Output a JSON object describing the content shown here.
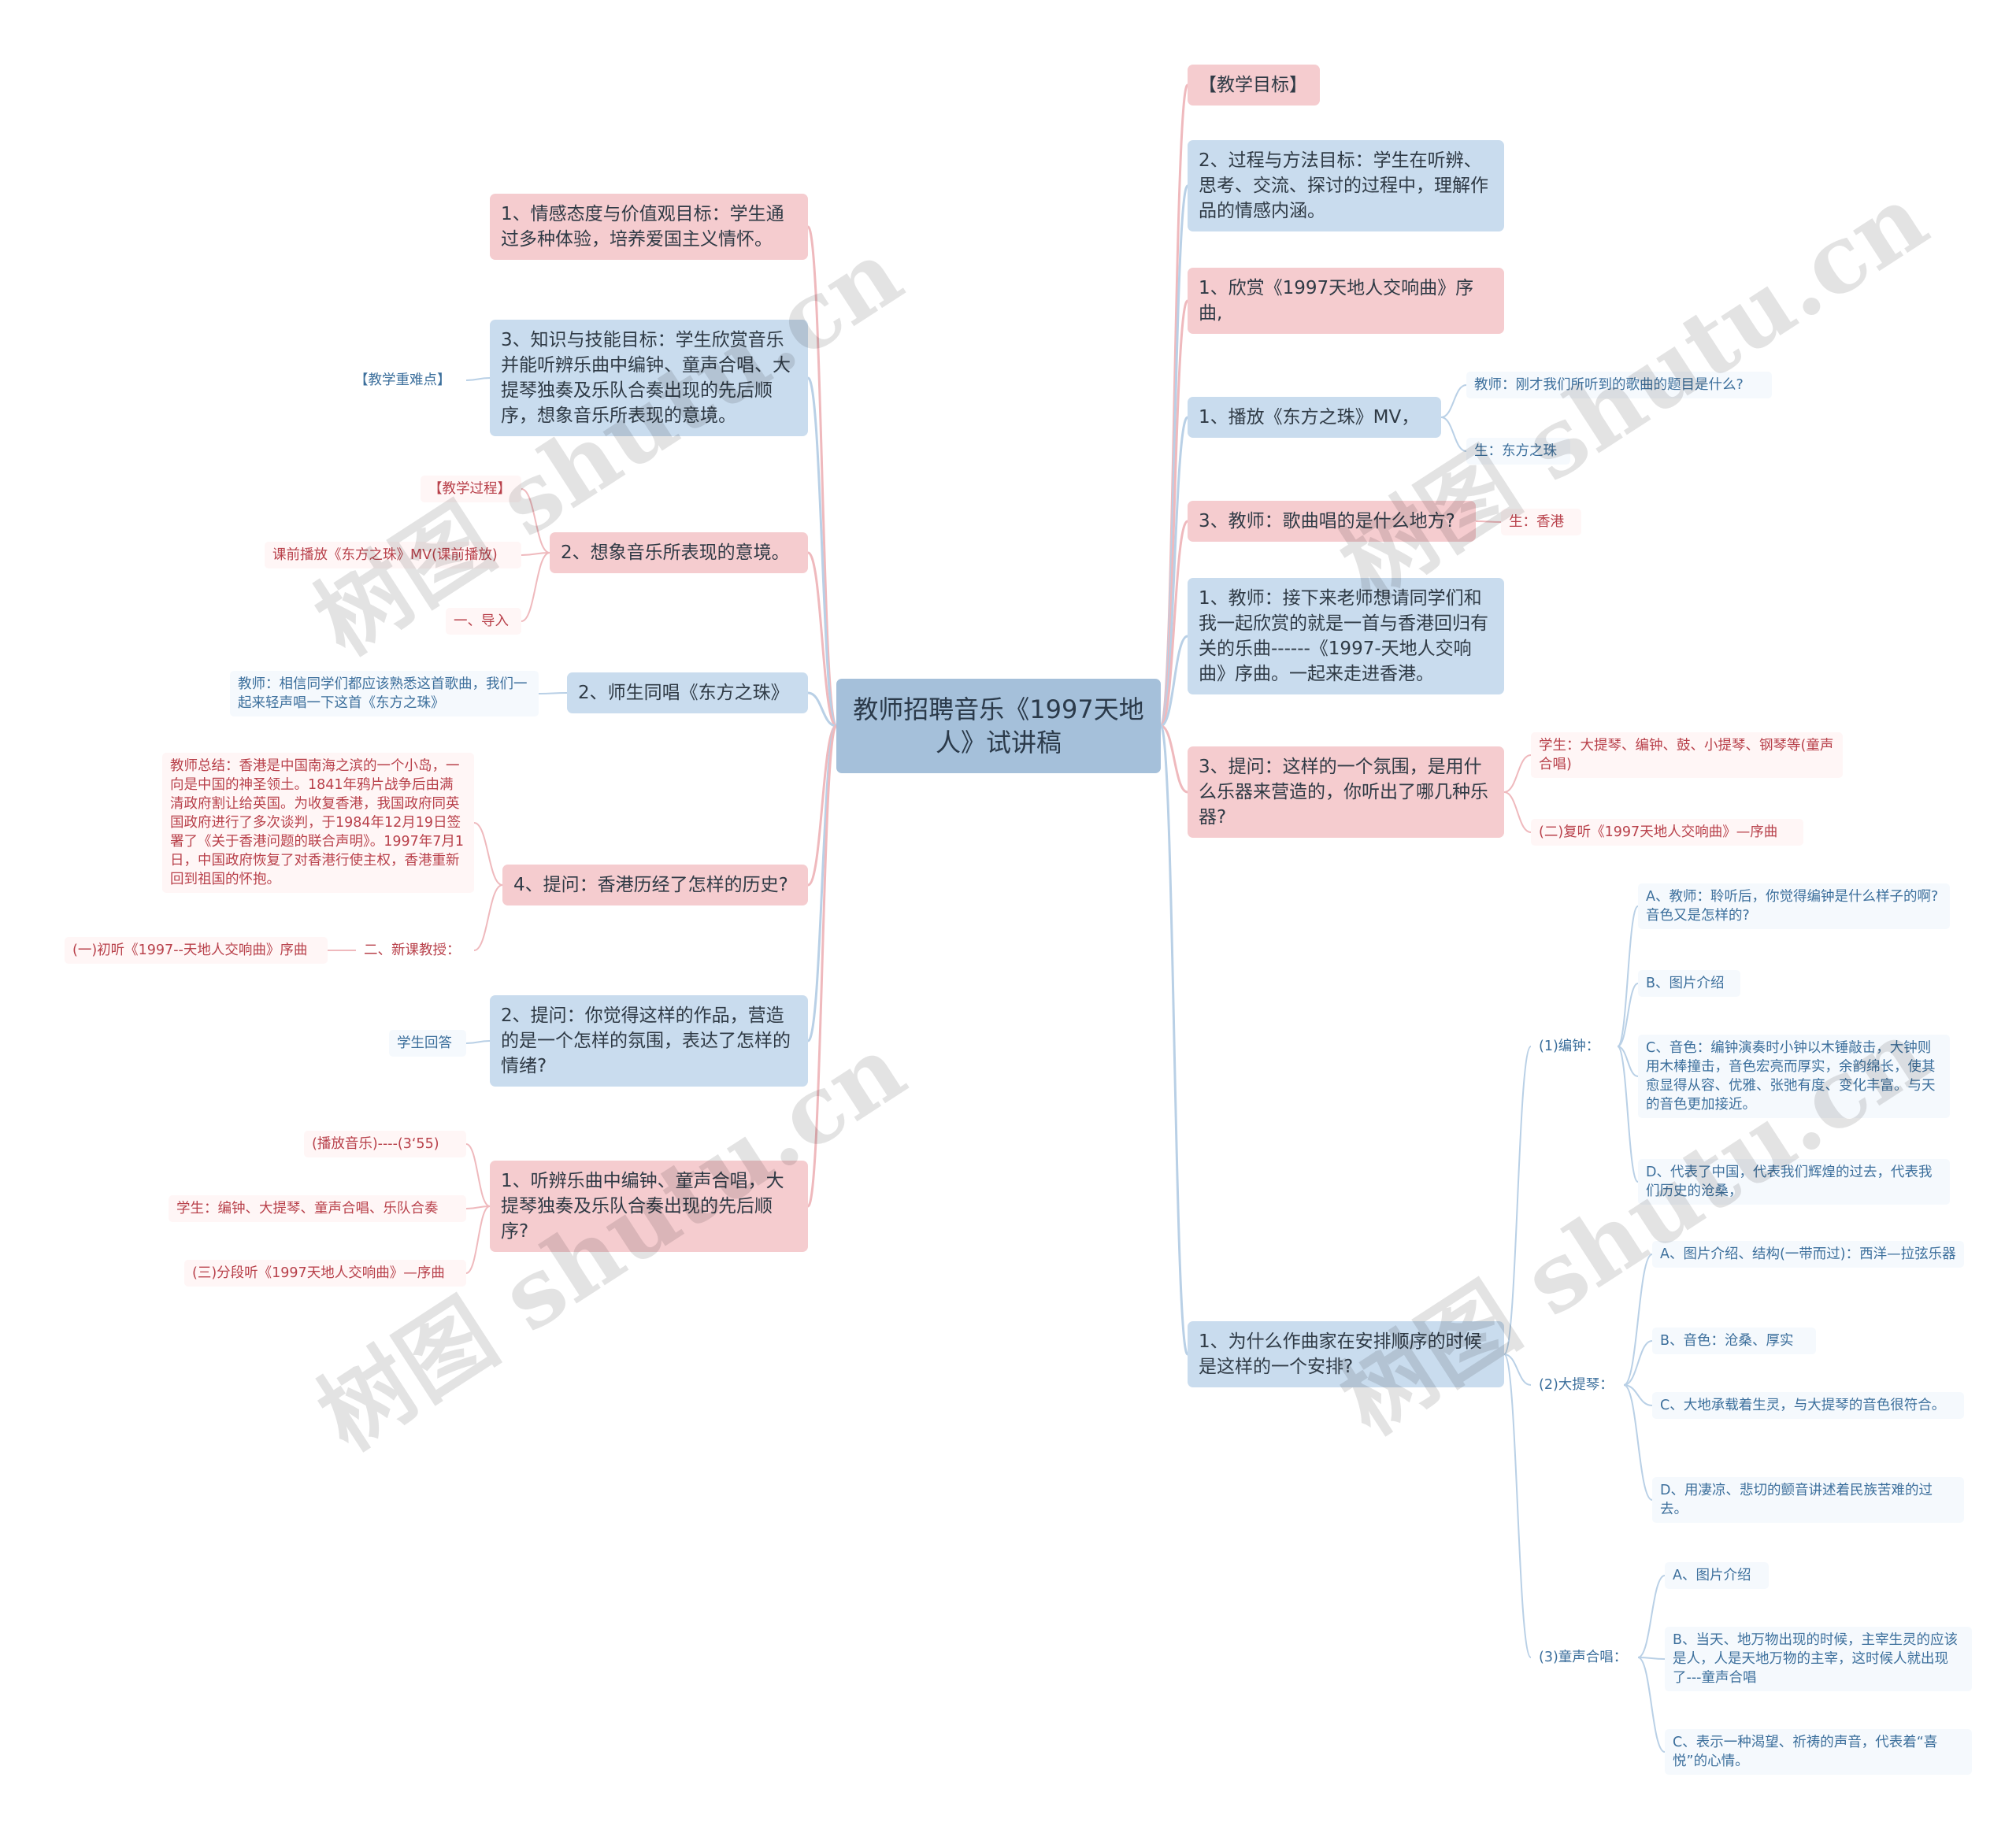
{
  "root": {
    "title": "教师招聘音乐《1997天地人》试讲稿"
  },
  "watermark": "树图 shutu.cn",
  "colors": {
    "pink_node": "#f5cccf",
    "blue_node": "#c9dcee",
    "root_node": "#a5c0da",
    "red_text": "#b8404a",
    "navy_text": "#3c6f9c",
    "pink_line": "#efb9bd",
    "blue_line": "#b9d0e6"
  },
  "left": {
    "l1": {
      "text": "1、情感态度与价值观目标：学生通过多种体验，培养爱国主义情怀。"
    },
    "l2": {
      "text": "3、知识与技能目标：学生欣赏音乐并能听辨乐曲中编钟、童声合唱、大提琴独奏及乐队合奏出现的先后顺序，想象音乐所表现的意境。",
      "leaf": "【教学重难点】"
    },
    "l3": {
      "text": "2、想象音乐所表现的意境。",
      "leaves": [
        "【教学过程】",
        "课前播放《东方之珠》MV(课前播放)",
        "一、导入"
      ]
    },
    "l4": {
      "text": "2、师生同唱《东方之珠》",
      "leaf": "教师：相信同学们都应该熟悉这首歌曲，我们一起来轻声唱一下这首《东方之珠》"
    },
    "l5": {
      "text": "4、提问：香港历经了怎样的历史?",
      "summary": "教师总结：香港是中国南海之滨的一个小岛，一向是中国的神圣领土。1841年鸦片战争后由满清政府割让给英国。为收复香港，我国政府同英国政府进行了多次谈判，于1984年12月19日签署了《关于香港问题的联合声明》。1997年7月1日，中国政府恢复了对香港行使主权，香港重新回到祖国的怀抱。",
      "sub": "二、新课教授：",
      "subleaf": "(一)初听《1997--天地人交响曲》序曲"
    },
    "l6": {
      "text": "2、提问：你觉得这样的作品，营造的是一个怎样的氛围，表达了怎样的情绪?",
      "leaf": "学生回答"
    },
    "l7": {
      "text": "1、听辨乐曲中编钟、童声合唱，大提琴独奏及乐队合奏出现的先后顺序?",
      "leaves": [
        "(播放音乐)----(3‘55)",
        "学生：编钟、大提琴、童声合唱、乐队合奏",
        "(三)分段听《1997天地人交响曲》—序曲"
      ]
    }
  },
  "right": {
    "r1": {
      "text": "【教学目标】"
    },
    "r2": {
      "text": "2、过程与方法目标：学生在听辨、思考、交流、探讨的过程中，理解作品的情感内涵。"
    },
    "r3": {
      "text": "1、欣赏《1997天地人交响曲》序曲,"
    },
    "r4": {
      "text": "1、播放《东方之珠》MV，",
      "leaves": [
        "教师：刚才我们所听到的歌曲的题目是什么?",
        "生：东方之珠"
      ]
    },
    "r5": {
      "text": "3、教师：歌曲唱的是什么地方?",
      "leaf": "生：香港"
    },
    "r6": {
      "text": "1、教师：接下来老师想请同学们和我一起欣赏的就是一首与香港回归有关的乐曲------《1997-天地人交响曲》序曲。一起来走进香港。"
    },
    "r7": {
      "text": "3、提问：这样的一个氛围，是用什么乐器来营造的，你听出了哪几种乐器?",
      "leaves": [
        "学生：大提琴、编钟、鼓、小提琴、钢琴等(童声合唱)",
        "(二)复听《1997天地人交响曲》—序曲"
      ]
    },
    "r8": {
      "text": "1、为什么作曲家在安排顺序的时候是这样的一个安排?",
      "groups": [
        {
          "label": "(1)编钟：",
          "items": [
            "A、教师：聆听后，你觉得编钟是什么样子的啊?音色又是怎样的?",
            "B、图片介绍",
            "C、音色：编钟演奏时小钟以木锤敲击，大钟则用木棒撞击，音色宏亮而厚实，余韵绵长，使其愈显得从容、优雅、张弛有度、变化丰富。与天的音色更加接近。",
            "D、代表了中国，代表我们辉煌的过去，代表我们历史的沧桑，"
          ]
        },
        {
          "label": "(2)大提琴：",
          "items": [
            "A、图片介绍、结构(一带而过)：西洋—拉弦乐器",
            "B、音色：沧桑、厚实",
            "C、大地承载着生灵，与大提琴的音色很符合。",
            "D、用凄凉、悲切的颤音讲述着民族苦难的过去。"
          ]
        },
        {
          "label": "(3)童声合唱：",
          "items": [
            "A、图片介绍",
            "B、当天、地万物出现的时候，主宰生灵的应该是人，人是天地万物的主宰，这时候人就出现了---童声合唱",
            "C、表示一种渴望、祈祷的声音，代表着“喜悦”的心情。"
          ]
        }
      ]
    }
  }
}
